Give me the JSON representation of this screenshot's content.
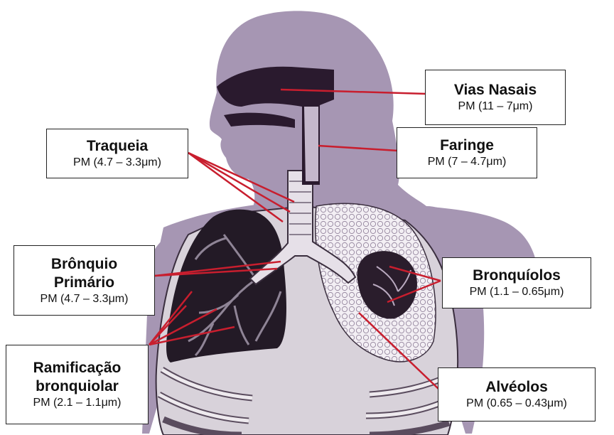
{
  "diagram": {
    "colors": {
      "body_silhouette": "#a696b3",
      "airway_dark": "#2a1a2e",
      "lung_dark": "#231a26",
      "lung_light": "#efeaf0",
      "ribs": "#e2dde3",
      "leader_line": "#c81e2e"
    },
    "labels": {
      "vias_nasais": {
        "title": "Vias Nasais",
        "range": "PM (11 – 7μm)"
      },
      "faringe": {
        "title": "Faringe",
        "range": "PM (7 – 4.7μm)"
      },
      "traqueia": {
        "title": "Traqueia",
        "range": "PM (4.7 – 3.3μm)"
      },
      "bronquio_primario": {
        "title_line1": "Brônquio",
        "title_line2": "Primário",
        "range": "PM (4.7 – 3.3μm)"
      },
      "bronquiolos": {
        "title": "Bronquíolos",
        "range": "PM (1.1 – 0.65μm)"
      },
      "ramificacao": {
        "title_line1": "Ramificação",
        "title_line2": "bronquiolar",
        "range": "PM (2.1 – 1.1μm)"
      },
      "alveolos": {
        "title": "Alvéolos",
        "range": "PM (0.65 – 0.43μm)"
      }
    }
  }
}
